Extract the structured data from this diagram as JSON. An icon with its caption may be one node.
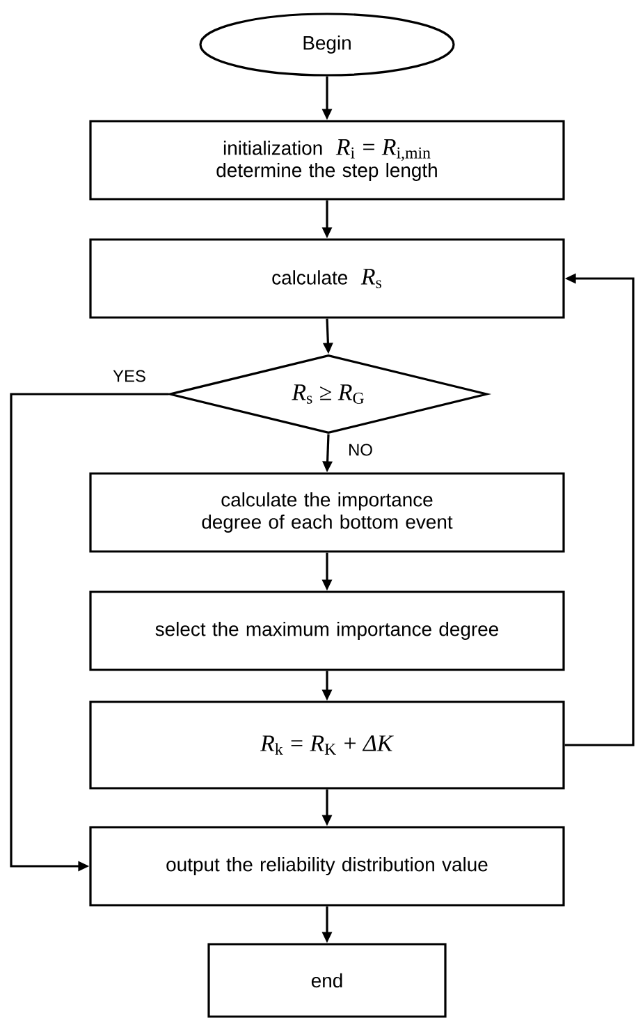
{
  "diagram": {
    "nodes": [
      {
        "text": [
          "Begin"
        ]
      },
      {
        "text": [
          "initialization",
          "*R*$_{i}$ = *R*$_{i,min}$",
          "determine the step length"
        ]
      },
      {
        "text": [
          "calculate",
          "*R*$_{s}$"
        ]
      },
      {
        "text": [
          "*R*$_{s}$ ≥ *R*$_{G}$"
        ]
      },
      {
        "text": [
          "calculate the importance degree of each bottom event"
        ]
      },
      {
        "text": [
          "select the maximum importance degree"
        ]
      },
      {
        "text": [
          "*R*$_{k}$ = *R*$_{K}$ + *ΔK*"
        ]
      },
      {
        "text": [
          "output the reliability distribution value"
        ]
      },
      {
        "text": [
          "end"
        ]
      }
    ],
    "edges": [
      {
        "from": 0,
        "to": 1,
        "arrow": "to"
      },
      {
        "from": 1,
        "to": 2,
        "arrow": "to"
      },
      {
        "from": 2,
        "to": 3,
        "arrow": "to"
      },
      {
        "from": 3,
        "to": 4,
        "arrow": "to",
        "label": "NO"
      },
      {
        "from": 3,
        "to": 7,
        "arrow": "to",
        "label": "YES"
      },
      {
        "from": 4,
        "to": 5,
        "arrow": "to"
      },
      {
        "from": 5,
        "to": 6,
        "arrow": "to"
      },
      {
        "from": 6,
        "to": 7,
        "arrow": "to"
      },
      {
        "from": 7,
        "to": 8,
        "arrow": "to"
      },
      {
        "from": 6,
        "to": 2,
        "arrow": "to"
      }
    ]
  }
}
